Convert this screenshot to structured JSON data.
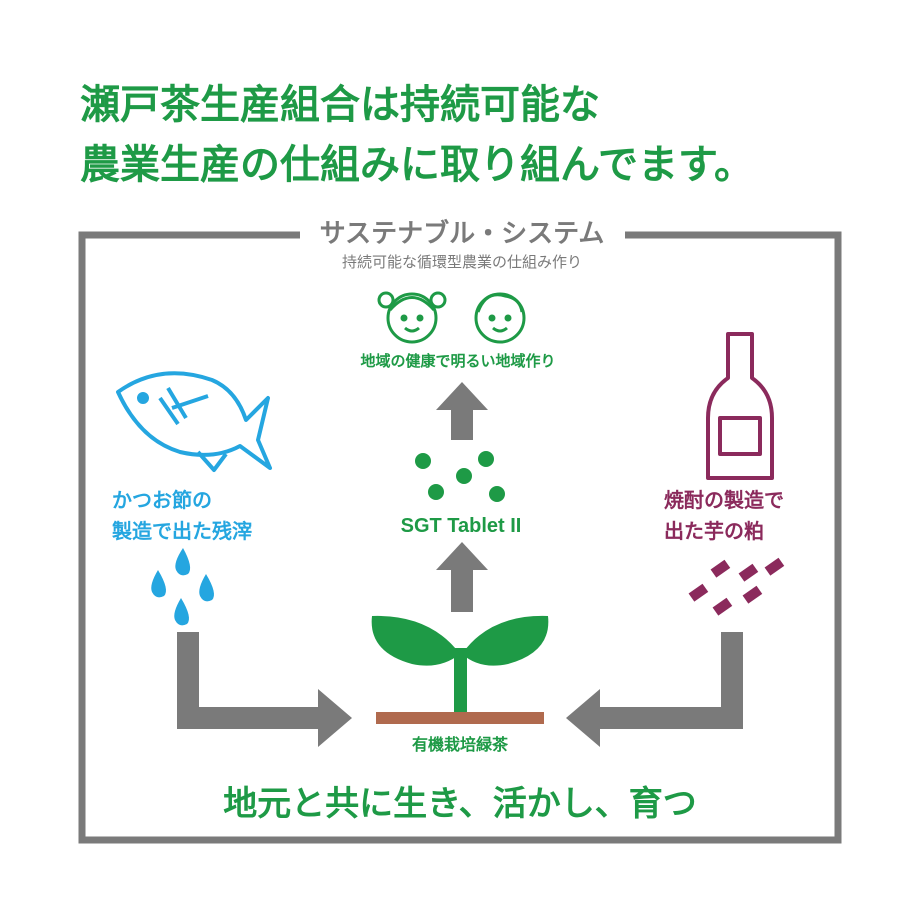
{
  "headline": {
    "line1": "瀬戸茶生産組合は持続可能な",
    "line2": "農業生産の仕組みに取り組んでます。"
  },
  "frame": {
    "title": "サステナブル・システム",
    "subtitle": "持続可能な循環型農業の仕組み作り"
  },
  "community": {
    "label": "地域の健康で明るい地域作り"
  },
  "tablet": {
    "label": "SGT Tablet II"
  },
  "left_source": {
    "line1": "かつお節の",
    "line2": "製造で出た残滓"
  },
  "right_source": {
    "line1": "焼酎の製造で",
    "line2": "出た芋の粕"
  },
  "tea": {
    "label": "有機栽培緑茶"
  },
  "slogan": "地元と共に生き、活かし、育つ",
  "colors": {
    "green": "#1e9a46",
    "blue": "#25a6e0",
    "purple": "#8b2a5c",
    "gray": "#7a7a7a",
    "soil": "#b06a4e"
  },
  "icons": [
    "children-icon",
    "fish-icon",
    "water-drops-icon",
    "bottle-icon",
    "grains-icon",
    "sprout-icon",
    "arrow-up-icon",
    "arrow-right-icon",
    "arrow-left-icon"
  ]
}
